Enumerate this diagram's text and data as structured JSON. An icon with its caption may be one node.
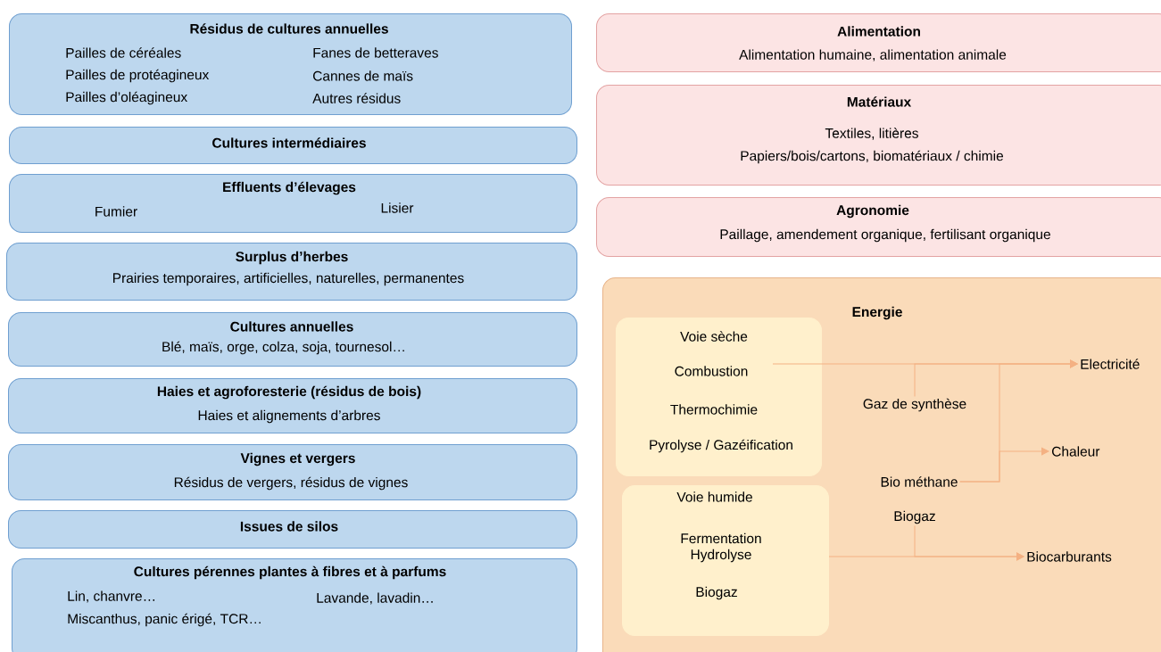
{
  "diagram": {
    "nodes": [
      {
        "text": [
          "Résidus de cultures annuelles",
          "Pailles de céréales",
          "Pailles de protéagineux",
          "Pailles d’oléagineux",
          "Fanes de betteraves",
          "Cannes de maïs",
          "Autres résidus"
        ]
      },
      {
        "text": [
          "Cultures intermédiaires"
        ]
      },
      {
        "text": [
          "Effluents d’élevages",
          "Fumier",
          "Lisier"
        ]
      },
      {
        "text": [
          "Surplus d’herbes",
          "Prairies temporaires, artificielles, naturelles, permanentes"
        ]
      },
      {
        "text": [
          "Cultures annuelles",
          "Blé, maïs, orge, colza, soja, tournesol…"
        ]
      },
      {
        "text": [
          "Haies et agroforesterie (résidus de bois)",
          "Haies et alignements d’arbres"
        ]
      },
      {
        "text": [
          "Vignes et vergers",
          "Résidus de vergers, résidus de vignes"
        ]
      },
      {
        "text": [
          "Issues de silos"
        ]
      },
      {
        "text": [
          "Cultures pérennes plantes à fibres et à parfums",
          "Lin, chanvre…",
          "Lavande, lavadin…",
          "Miscanthus, panic érigé, TCR…"
        ]
      },
      {
        "text": [
          "Alimentation",
          "Alimentation humaine, alimentation animale"
        ]
      },
      {
        "text": [
          "Matériaux",
          "Textiles, litières",
          "Papiers/bois/cartons, biomatériaux / chimie"
        ]
      },
      {
        "text": [
          "Agronomie",
          "Paillage, amendement organique, fertilisant organique"
        ]
      },
      {
        "text": [
          "Energie"
        ]
      },
      {
        "text": [
          "Voie sèche",
          "Combustion",
          "Thermochimie",
          "Pyrolyse / Gazéification"
        ],
        "in": 12
      },
      {
        "text": [
          "Voie humide",
          "Fermentation Hydrolyse",
          "Biogaz"
        ],
        "in": 12
      },
      {
        "text": [
          "Gaz de synthèse"
        ],
        "in": 12
      },
      {
        "text": [
          "Bio méthane"
        ],
        "in": 12
      },
      {
        "text": [
          "Biogaz"
        ],
        "in": 12
      },
      {
        "text": [
          "Electricité"
        ],
        "in": 12
      },
      {
        "text": [
          "Chaleur"
        ],
        "in": 12
      },
      {
        "text": [
          "Biocarburants"
        ],
        "in": 12
      }
    ],
    "edges": [
      {
        "from": 13,
        "to": 18,
        "arrow": "to"
      },
      {
        "from": 15,
        "to": 18,
        "arrow": "to"
      },
      {
        "from": 16,
        "to": 18,
        "arrow": "to"
      },
      {
        "from": 16,
        "to": 19,
        "arrow": "to"
      },
      {
        "from": 14,
        "to": 20,
        "arrow": "to"
      },
      {
        "from": 17,
        "to": 20,
        "arrow": "to"
      }
    ]
  }
}
